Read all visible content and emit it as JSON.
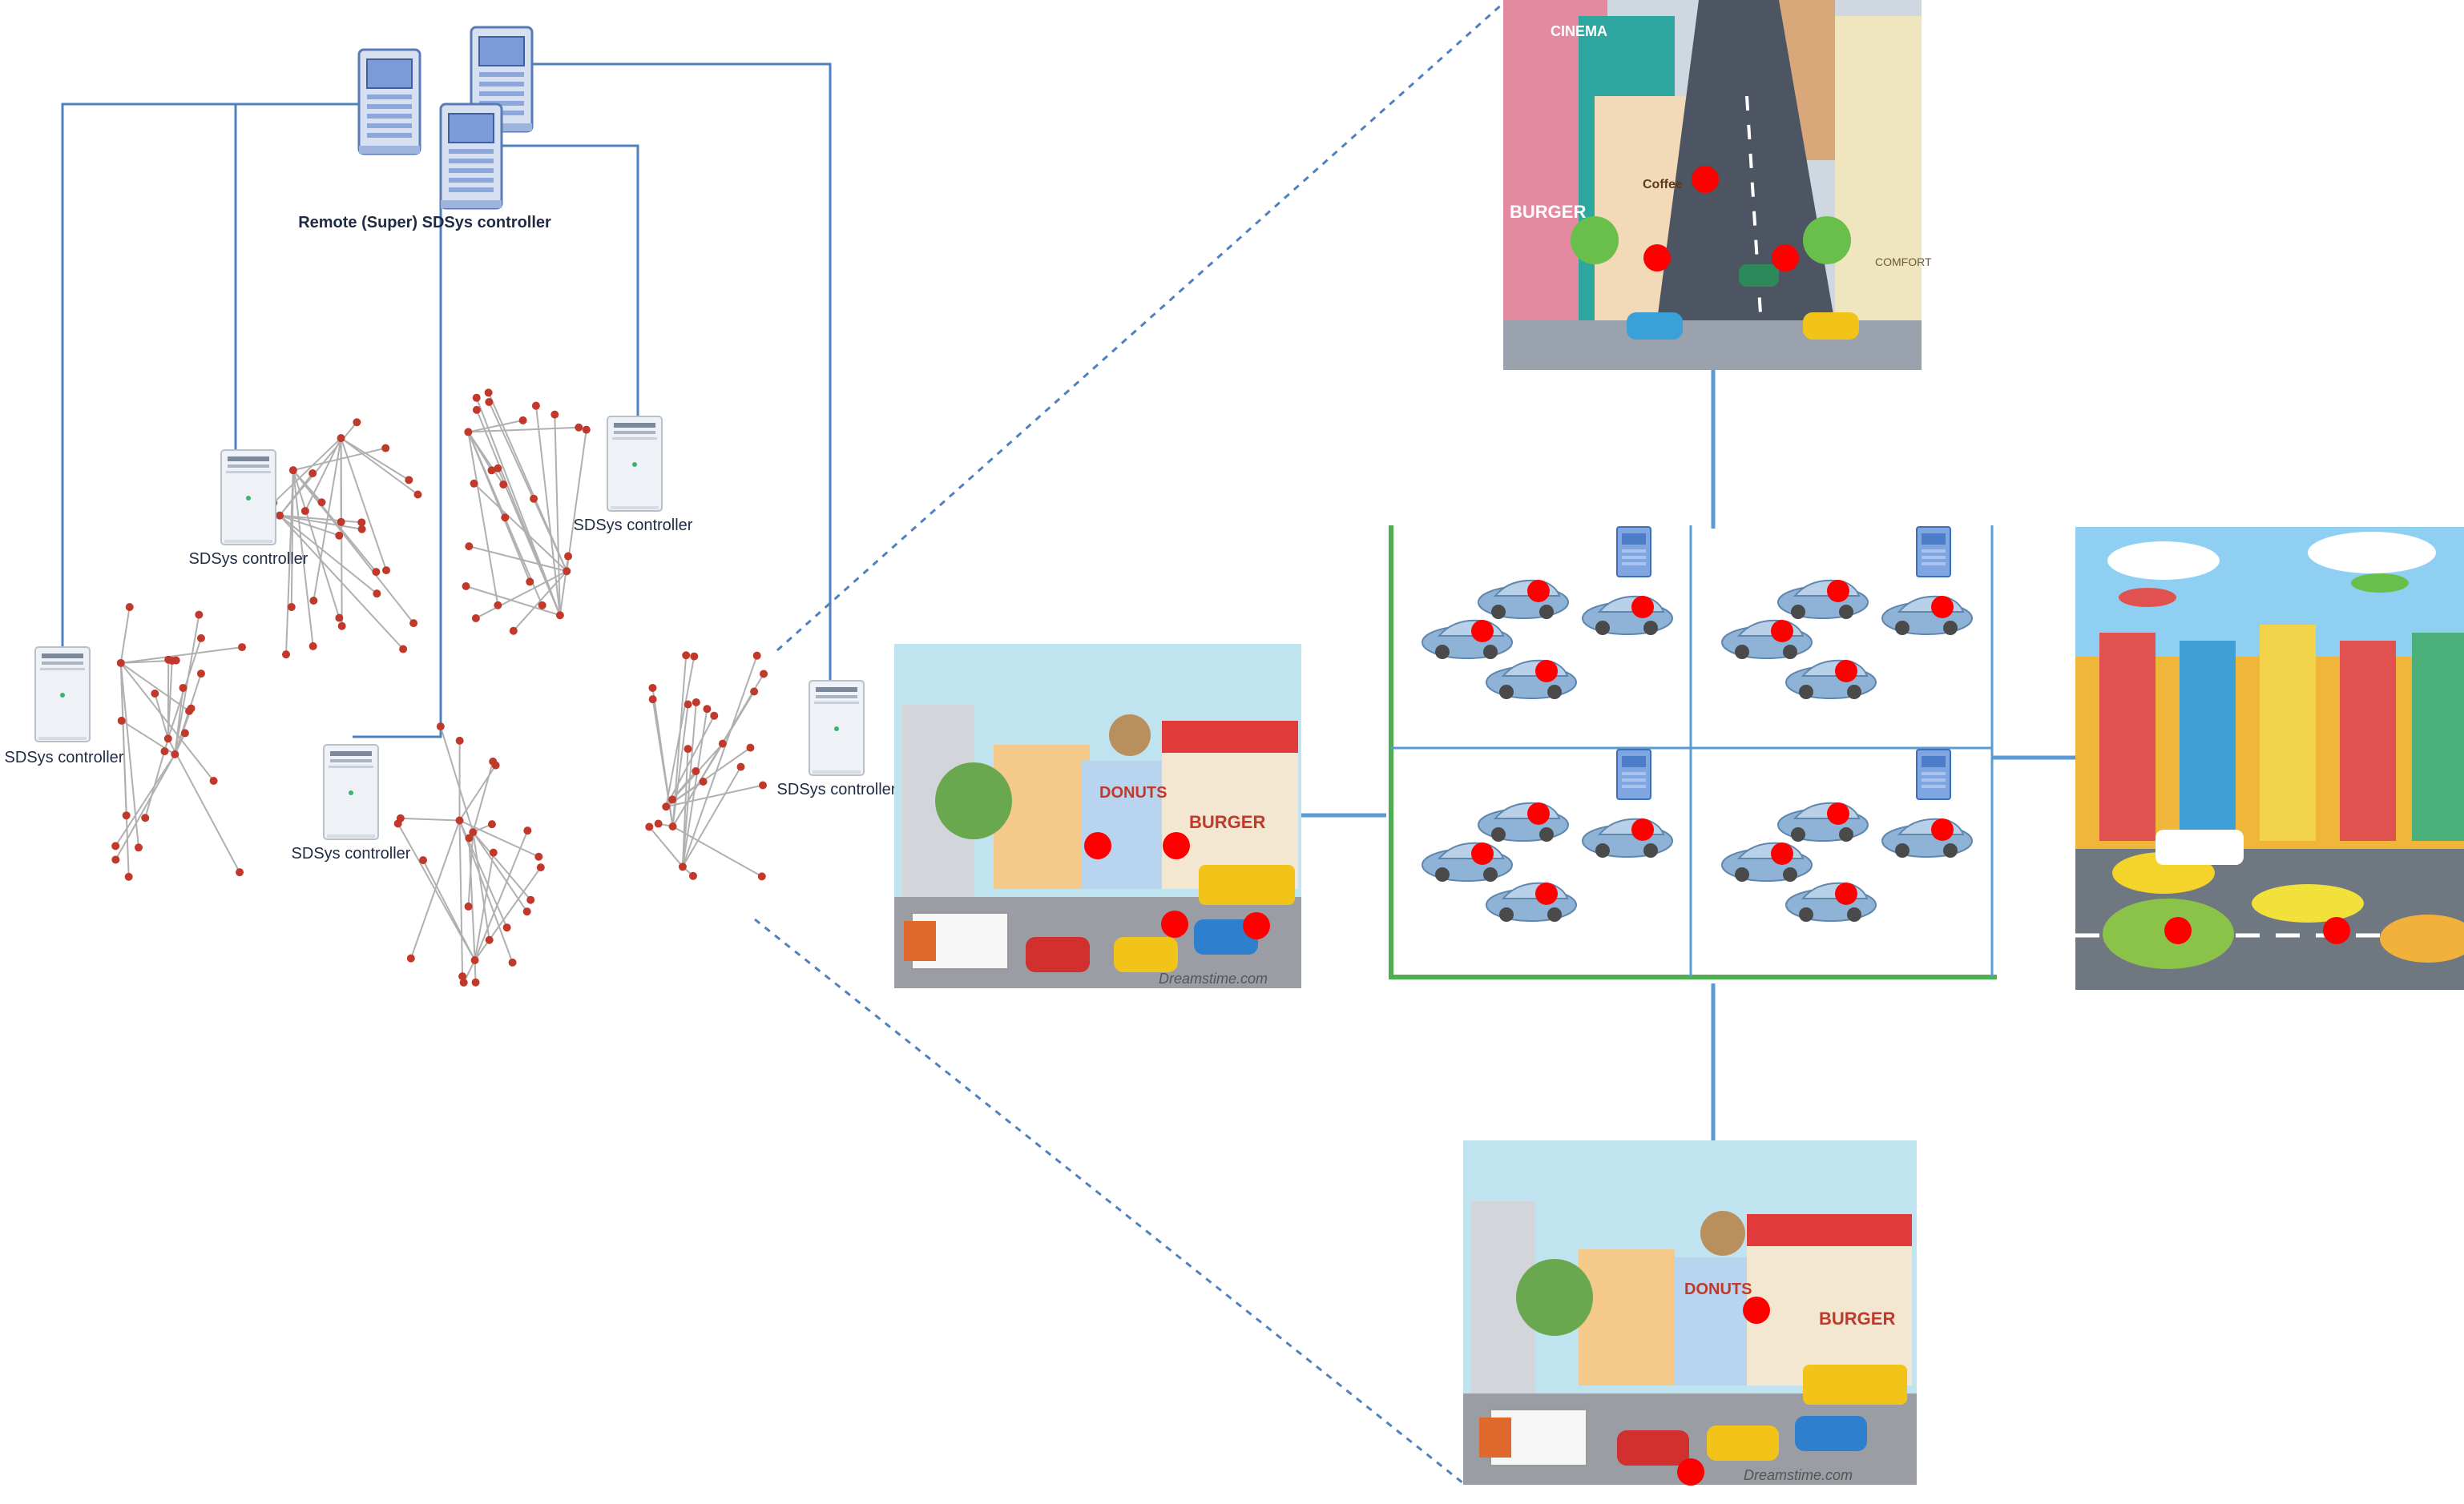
{
  "labels": {
    "super_controller": "Remote (Super) SDSys controller",
    "controller": "SDSys controller"
  },
  "controllers": [
    {
      "id": "c1",
      "label": "SDSys controller"
    },
    {
      "id": "c2",
      "label": "SDSys controller"
    },
    {
      "id": "c3",
      "label": "SDSys controller"
    },
    {
      "id": "c4",
      "label": "SDSys controller"
    },
    {
      "id": "c5",
      "label": "SDSys controller"
    }
  ],
  "city_scenes": [
    {
      "id": "top",
      "signage": [
        "CINEMA",
        "Coffee",
        "BURGER",
        "COMFORT"
      ]
    },
    {
      "id": "left",
      "signage": [
        "DONUTS",
        "BURGER",
        "Dreamstime.com"
      ]
    },
    {
      "id": "right",
      "signage": []
    },
    {
      "id": "bottom",
      "signage": [
        "DONUTS",
        "BURGER",
        "Dreamstime.com"
      ]
    }
  ],
  "grid_labels": [
    "Server",
    "Server",
    "Server",
    "Server"
  ],
  "colors": {
    "link": "#4f81bd",
    "dashed_link": "#4f81bd",
    "grid_border": "#4caf50",
    "grid_divider": "#5b9bd5",
    "node": "#c0392b",
    "event_dot": "#ff0000",
    "edge": "#b0b0b0",
    "server_body": "#e8ecf2",
    "tower_blue": "#6b8fc9"
  },
  "icons": [
    "server-icon",
    "server-tower-icon",
    "car-icon",
    "event-dot-icon"
  ]
}
